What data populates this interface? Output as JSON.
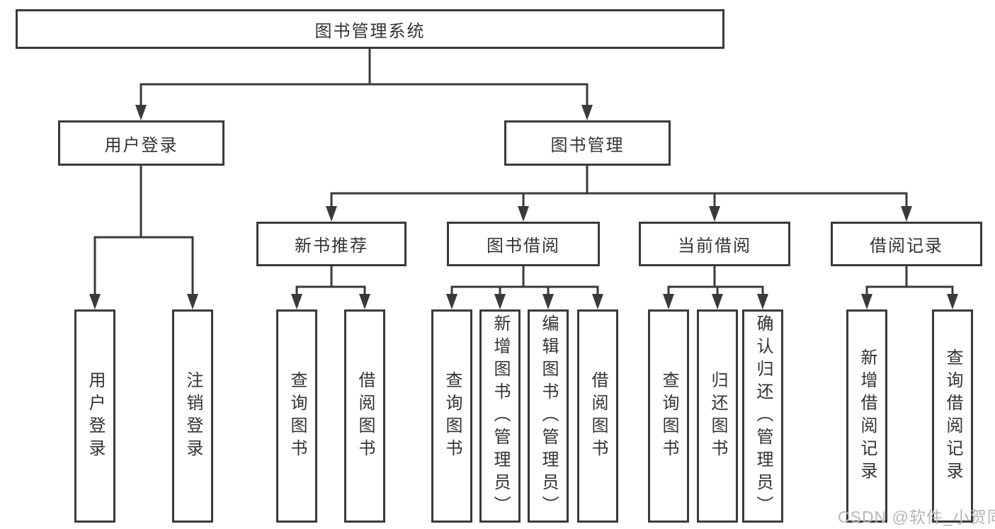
{
  "diagram": {
    "title": "图书管理系统",
    "branches": [
      {
        "label": "用户登录",
        "children": [
          {
            "label": "用户登录"
          },
          {
            "label": "注销登录"
          }
        ]
      },
      {
        "label": "图书管理",
        "children": [
          {
            "label": "新书推荐",
            "children": [
              {
                "label": "查询图书"
              },
              {
                "label": "借阅图书"
              }
            ]
          },
          {
            "label": "图书借阅",
            "children": [
              {
                "label": "查询图书"
              },
              {
                "label": "新增图书（管理员）"
              },
              {
                "label": "编辑图书（管理员）"
              },
              {
                "label": "借阅图书"
              }
            ]
          },
          {
            "label": "当前借阅",
            "children": [
              {
                "label": "查询图书"
              },
              {
                "label": "归还图书"
              },
              {
                "label": "确认归还（管理员）"
              }
            ]
          },
          {
            "label": "借阅记录",
            "children": [
              {
                "label": "新增借阅记录"
              },
              {
                "label": "查询借阅记录"
              }
            ]
          }
        ]
      }
    ]
  },
  "watermark": {
    "text": "CSDN @软件_小贺同学"
  },
  "colors": {
    "line": "#3a3a3a",
    "text": "#333333",
    "background": "#ffffff",
    "watermark": "#b9b3bd"
  }
}
